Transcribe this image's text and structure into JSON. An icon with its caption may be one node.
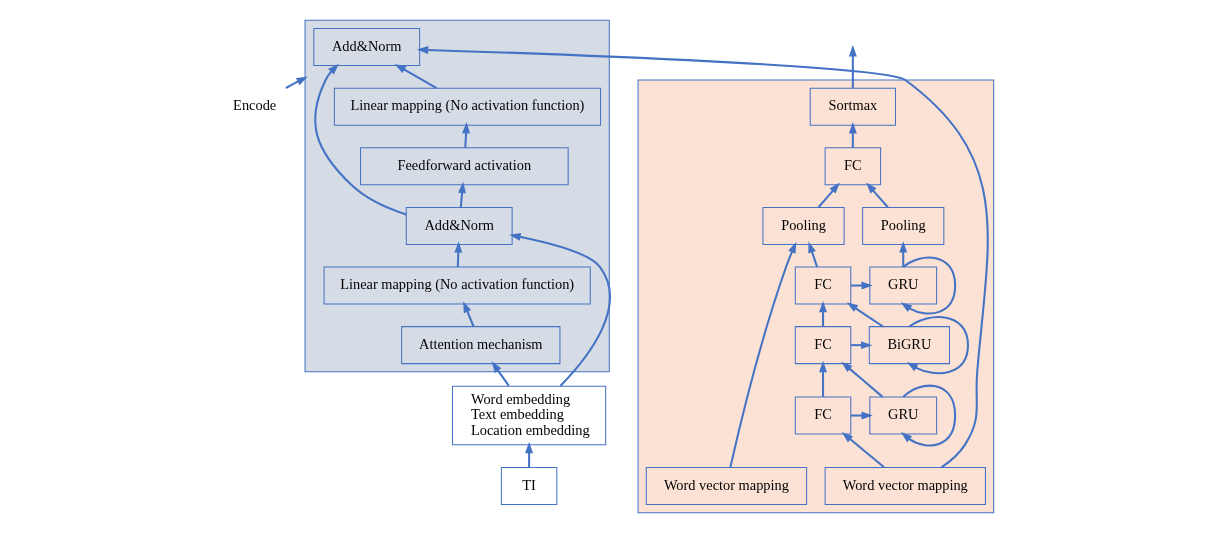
{
  "diagram": {
    "nodes": [
      {
        "text": [
          "Encode"
        ]
      },
      {
        "text": [],
        "shape": "box"
      },
      {
        "text": [
          "Add&Norm"
        ],
        "in": 1
      },
      {
        "text": [
          "Linear mapping (No activation function)"
        ],
        "in": 1
      },
      {
        "text": [
          "Feedforward activation"
        ],
        "in": 1
      },
      {
        "text": [
          "Add&Norm"
        ],
        "in": 1
      },
      {
        "text": [
          "Linear mapping (No activation function)"
        ],
        "in": 1
      },
      {
        "text": [
          "Attention mechanism"
        ],
        "in": 1
      },
      {
        "text": [
          "Word embedding",
          "Text embedding",
          "Location embedding"
        ]
      },
      {
        "text": [
          "TI"
        ]
      },
      {
        "text": [],
        "shape": "box"
      },
      {
        "text": [
          "Sortmax"
        ],
        "in": 10
      },
      {
        "text": [
          "FC"
        ],
        "in": 10
      },
      {
        "text": [
          "Pooling"
        ],
        "in": 10
      },
      {
        "text": [
          "Pooling"
        ],
        "in": 10
      },
      {
        "text": [
          "FC"
        ],
        "in": 10
      },
      {
        "text": [
          "GRU"
        ],
        "in": 10
      },
      {
        "text": [
          "FC"
        ],
        "in": 10
      },
      {
        "text": [
          "BiGRU"
        ],
        "in": 10
      },
      {
        "text": [
          "FC"
        ],
        "in": 10
      },
      {
        "text": [
          "GRU"
        ],
        "in": 10
      },
      {
        "text": [
          "Word vector mapping"
        ],
        "in": 10
      },
      {
        "text": [
          "Word vector mapping"
        ],
        "in": 10
      }
    ],
    "edges": [
      {
        "from": 0,
        "to": 1,
        "arrow": "to"
      },
      {
        "from": 3,
        "to": 2,
        "arrow": "to"
      },
      {
        "from": 4,
        "to": 3,
        "arrow": "to"
      },
      {
        "from": 5,
        "to": 4,
        "arrow": "to"
      },
      {
        "from": 6,
        "to": 5,
        "arrow": "to"
      },
      {
        "from": 7,
        "to": 6,
        "arrow": "to"
      },
      {
        "from": 8,
        "to": 5,
        "arrow": "to"
      },
      {
        "from": 5,
        "to": 2,
        "arrow": "to"
      },
      {
        "from": 8,
        "to": 7,
        "arrow": "to"
      },
      {
        "from": 9,
        "to": 8,
        "arrow": "to"
      },
      {
        "from": 21,
        "to": 2,
        "arrow": "to"
      },
      {
        "from": 11,
        "to": null,
        "arrow": "to"
      },
      {
        "from": 12,
        "to": 11,
        "arrow": "to"
      },
      {
        "from": 13,
        "to": 12,
        "arrow": "to"
      },
      {
        "from": 14,
        "to": 12,
        "arrow": "to"
      },
      {
        "from": 15,
        "to": 13,
        "arrow": "to"
      },
      {
        "from": 16,
        "to": 14,
        "arrow": "to"
      },
      {
        "from": 22,
        "to": 13,
        "arrow": "to"
      },
      {
        "from": 15,
        "to": 16,
        "arrow": "to"
      },
      {
        "from": 16,
        "to": 16,
        "arrow": "to"
      },
      {
        "from": 17,
        "to": 15,
        "arrow": "to"
      },
      {
        "from": 18,
        "to": 15,
        "arrow": "to"
      },
      {
        "from": 17,
        "to": 18,
        "arrow": "to"
      },
      {
        "from": 18,
        "to": 18,
        "arrow": "to"
      },
      {
        "from": 19,
        "to": 17,
        "arrow": "to"
      },
      {
        "from": 20,
        "to": 17,
        "arrow": "to"
      },
      {
        "from": 19,
        "to": 20,
        "arrow": "to"
      },
      {
        "from": 20,
        "to": 20,
        "arrow": "to"
      },
      {
        "from": 21,
        "to": 19,
        "arrow": "to"
      }
    ]
  }
}
